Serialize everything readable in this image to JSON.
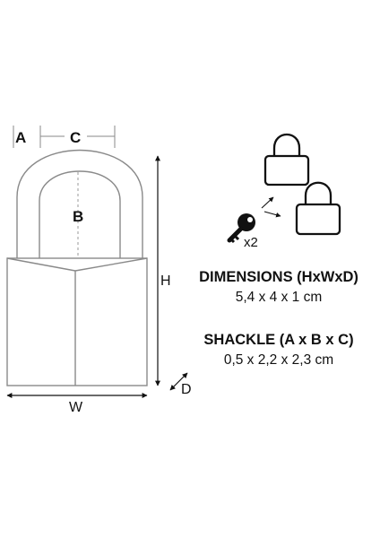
{
  "dimension_labels": {
    "a": "A",
    "c": "C",
    "b": "B",
    "h": "H",
    "w": "W",
    "d": "D"
  },
  "key_count": "x2",
  "dimensions": {
    "title": "DIMENSIONS (HxWxD)",
    "value": "5,4 x 4 x 1 cm"
  },
  "shackle": {
    "title": "SHACKLE (A x B x C)",
    "value": "0,5 x 2,2 x 2,3 cm"
  },
  "icons": [
    "padlock-icon",
    "key-icon"
  ]
}
